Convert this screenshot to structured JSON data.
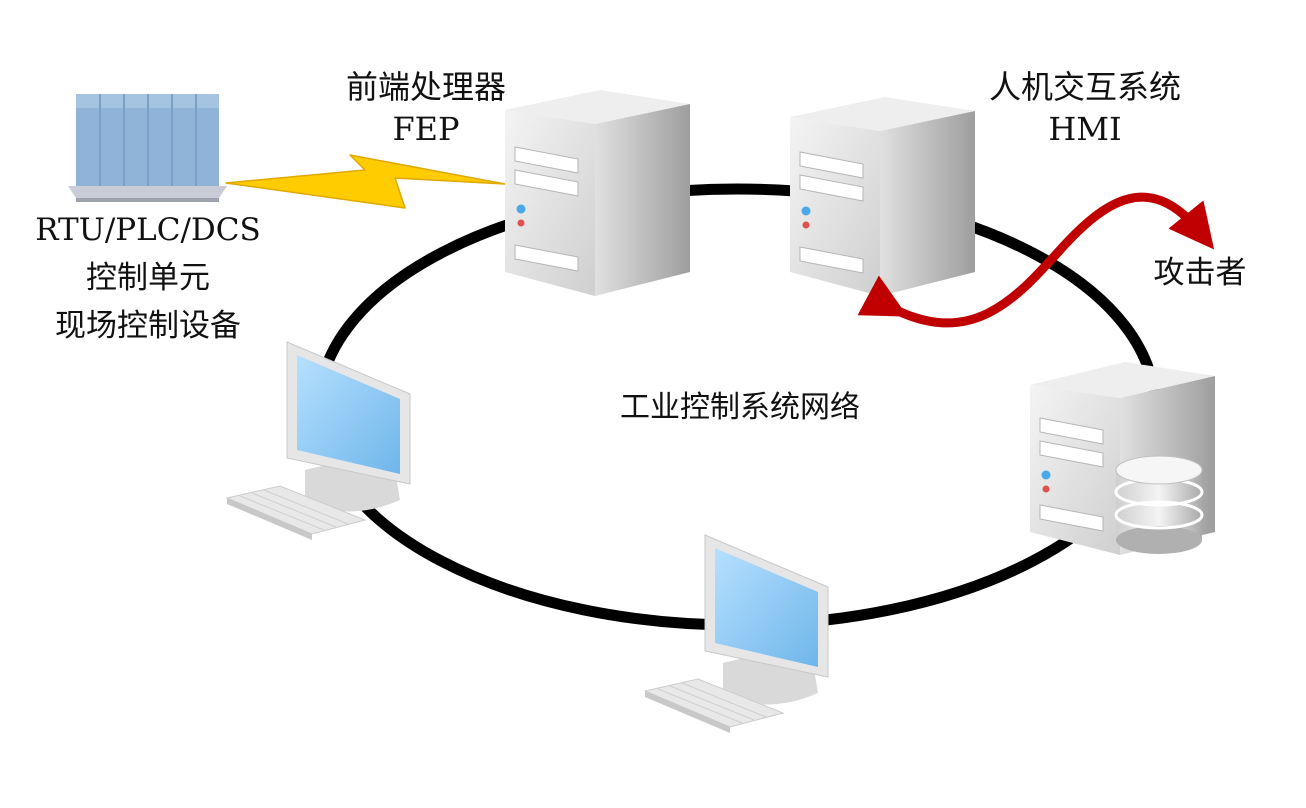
{
  "fep": {
    "title_zh": "前端处理器",
    "title_en": "FEP"
  },
  "hmi": {
    "title_zh": "人机交互系统",
    "title_en": "HMI"
  },
  "rtu": {
    "line1": "RTU/PLC/DCS",
    "line2": "控制单元",
    "line3": "现场控制设备"
  },
  "attacker": {
    "label": "攻击者"
  },
  "network": {
    "label": "工业控制系统网络"
  },
  "colors": {
    "ring": "#000000",
    "attack_arrow": "#c00000",
    "lightning": "#ffcc00",
    "monitor_screen": "#8cc8f4",
    "rtu_panel": "#8fb4d8"
  }
}
